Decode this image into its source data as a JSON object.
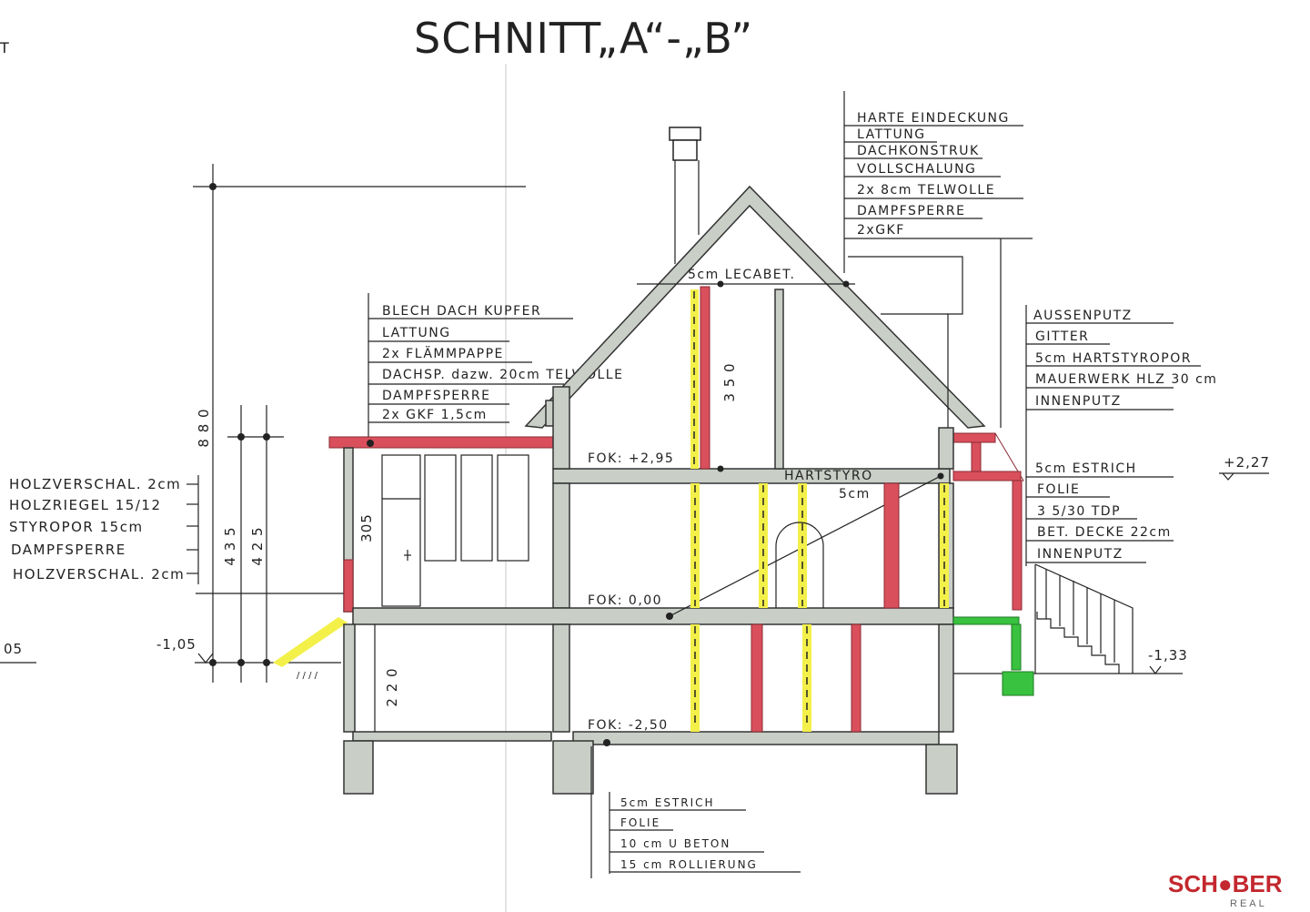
{
  "title": "SCHNITT„,A“-„,B“",
  "title_display": "SCHNITT„A“-„B”",
  "edge_text": "T",
  "roof_main_layers": [
    "HARTE EINDECKUNG",
    "LATTUNG",
    "DACHKONSTRUK",
    "VOLLSCHALUNG",
    "2x 8cm TELWOLLE",
    "DAMPFSPERRE",
    "2xGKF"
  ],
  "roof_flat_layers": [
    "BLECH DACH KUPFER",
    "LATTUNG",
    "2x FLÄMMPAPPE",
    "DACHSP. dazw. 20cm TELWOLLE",
    "DAMPFSPERRE",
    "2x GKF 1,5cm"
  ],
  "wall_outer_layers": [
    "AUSSENPUTZ",
    "GITTER",
    "5cm HARTSTYROPOR",
    "MAUERWERK HLZ 30 cm",
    "INNENPUTZ"
  ],
  "floor_layers": [
    "5cm ESTRICH",
    "FOLIE",
    "3 5/30 TDP",
    "BET. DECKE 22cm",
    "INNENPUTZ"
  ],
  "wood_wall_layers": [
    "HOLZVERSCHAL. 2cm",
    "HOLZRIEGEL 15/12",
    "STYROPOR 15cm",
    "DAMPFSPERRE",
    "HOLZVERSCHAL. 2cm"
  ],
  "basement_floor_layers": [
    "5cm ESTRICH",
    "FOLIE",
    "10 cm U BETON",
    "15 cm ROLLIERUNG"
  ],
  "annotations": {
    "lecabet": "5cm LECABET.",
    "hartstyro": "HARTSTYRO",
    "hartstyro_thk": "5cm",
    "fok_upper": "FOK: +2,95",
    "fok_ground": "FOK: 0,00",
    "fok_base": "FOK: -2,50"
  },
  "dimensions": {
    "d880": "8 8 0",
    "d435": "4 3 5",
    "d425": "4 2 5",
    "d305": "305",
    "d220": "2 2 0",
    "d350": "3 5 0",
    "lvl_m105": "-1,05",
    "lvl_105_edge": "05",
    "lvl_p227": "+2,27",
    "lvl_m133": "-1,33"
  },
  "logo": {
    "text": "SCH●BER",
    "sub": "REAL",
    "colors": {
      "brand": "#c3282e"
    }
  }
}
